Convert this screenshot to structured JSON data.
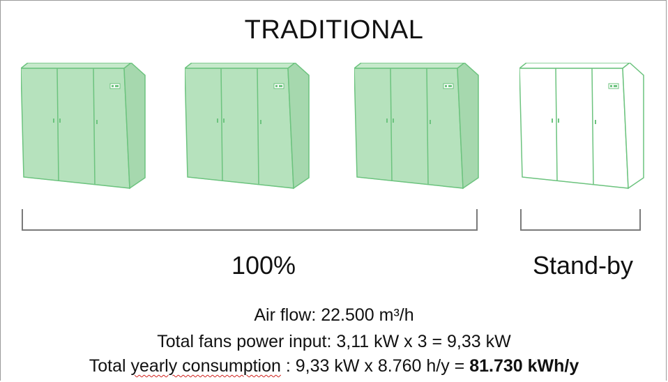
{
  "title": "TRADITIONAL",
  "units": [
    {
      "state": "active",
      "fill": "#b6e2bd",
      "stroke": "#6cc37e"
    },
    {
      "state": "active",
      "fill": "#b6e2bd",
      "stroke": "#6cc37e"
    },
    {
      "state": "active",
      "fill": "#b6e2bd",
      "stroke": "#6cc37e"
    },
    {
      "state": "standby",
      "fill": "#ffffff",
      "stroke": "#6cc37e"
    }
  ],
  "labels": {
    "active_group": "100%",
    "standby_group": "Stand-by"
  },
  "info": {
    "airflow": "Air flow: 22.500 m³/h",
    "fans_power": "Total fans power input: 3,11 kW x 3 = 9,33 kW",
    "yearly_prefix": "Total ",
    "yearly_misspelled": "yearly consumption",
    "yearly_middle": " : 9,33 kW x 8.760 h/y = ",
    "yearly_total": "81.730 kWh/y"
  },
  "colors": {
    "accent_green": "#6cc37e",
    "unit_fill": "#b6e2bd",
    "bracket": "#7a7a7a",
    "spellcheck": "#d0201b"
  }
}
